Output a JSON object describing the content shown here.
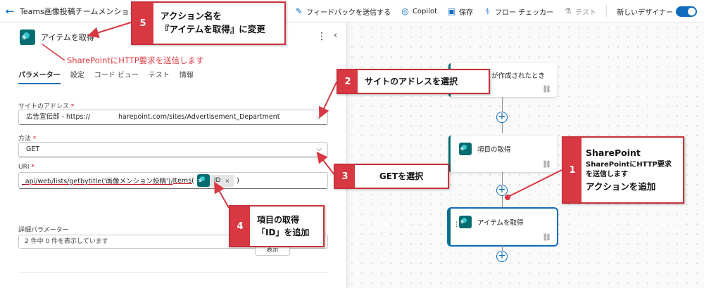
{
  "topbar": {
    "flow_title": "Teams画像投稿チームメンション",
    "feedback": "フィードバックを送信する",
    "copilot": "Copilot",
    "save": "保存",
    "flow_checker": "フロー チェッカー",
    "test": "テスト",
    "new_designer": "新しいデザイナー"
  },
  "panel": {
    "action_title": "アイテムを取得",
    "tabs": [
      "パラメーター",
      "設定",
      "コード ビュー",
      "テスト",
      "情報"
    ],
    "site_label": "サイトのアドレス",
    "site_value": "広告宣伝部 - https://",
    "site_value2": "harepoint.com/sites/Advertisement_Department",
    "method_label": "方法",
    "method_value": "GET",
    "uri_label": "URI",
    "uri_part1": "_api/web/lists/getbytitle('画像メンション投稿')/",
    "uri_part2": "Items(",
    "uri_token": "ID",
    "uri_token_x": "×",
    "uri_part3": ")",
    "adv_label": "詳細パラメーター",
    "adv_value": "2 件中 0 件を表示しています",
    "adv_button": "表示"
  },
  "flow": {
    "trigger_label": "が作成されたとき",
    "card2_label": "項目の取得",
    "card3_label": "アイテムを取得"
  },
  "callouts": {
    "c5_num": "5",
    "c5_line1": "アクション名を",
    "c5_line2": "『アイテムを取得』に変更",
    "c5_note": "SharePointにHTTP要求を送信します",
    "c2_num": "2",
    "c2_text": "サイトのアドレスを選択",
    "c3_num": "3",
    "c3_text": "GETを選択",
    "c4_num": "4",
    "c4_line1": "項目の取得",
    "c4_line2": "「ID」を追加",
    "c1_num": "1",
    "c1_line1": "SharePoint",
    "c1_line2": "SharePointにHTTP要求",
    "c1_line3": "を送信します",
    "c1_line4": "アクションを追加"
  },
  "colors": {
    "accent": "#0f6cbd",
    "annotation_red": "#d73842",
    "sharepoint": "#036c70"
  }
}
